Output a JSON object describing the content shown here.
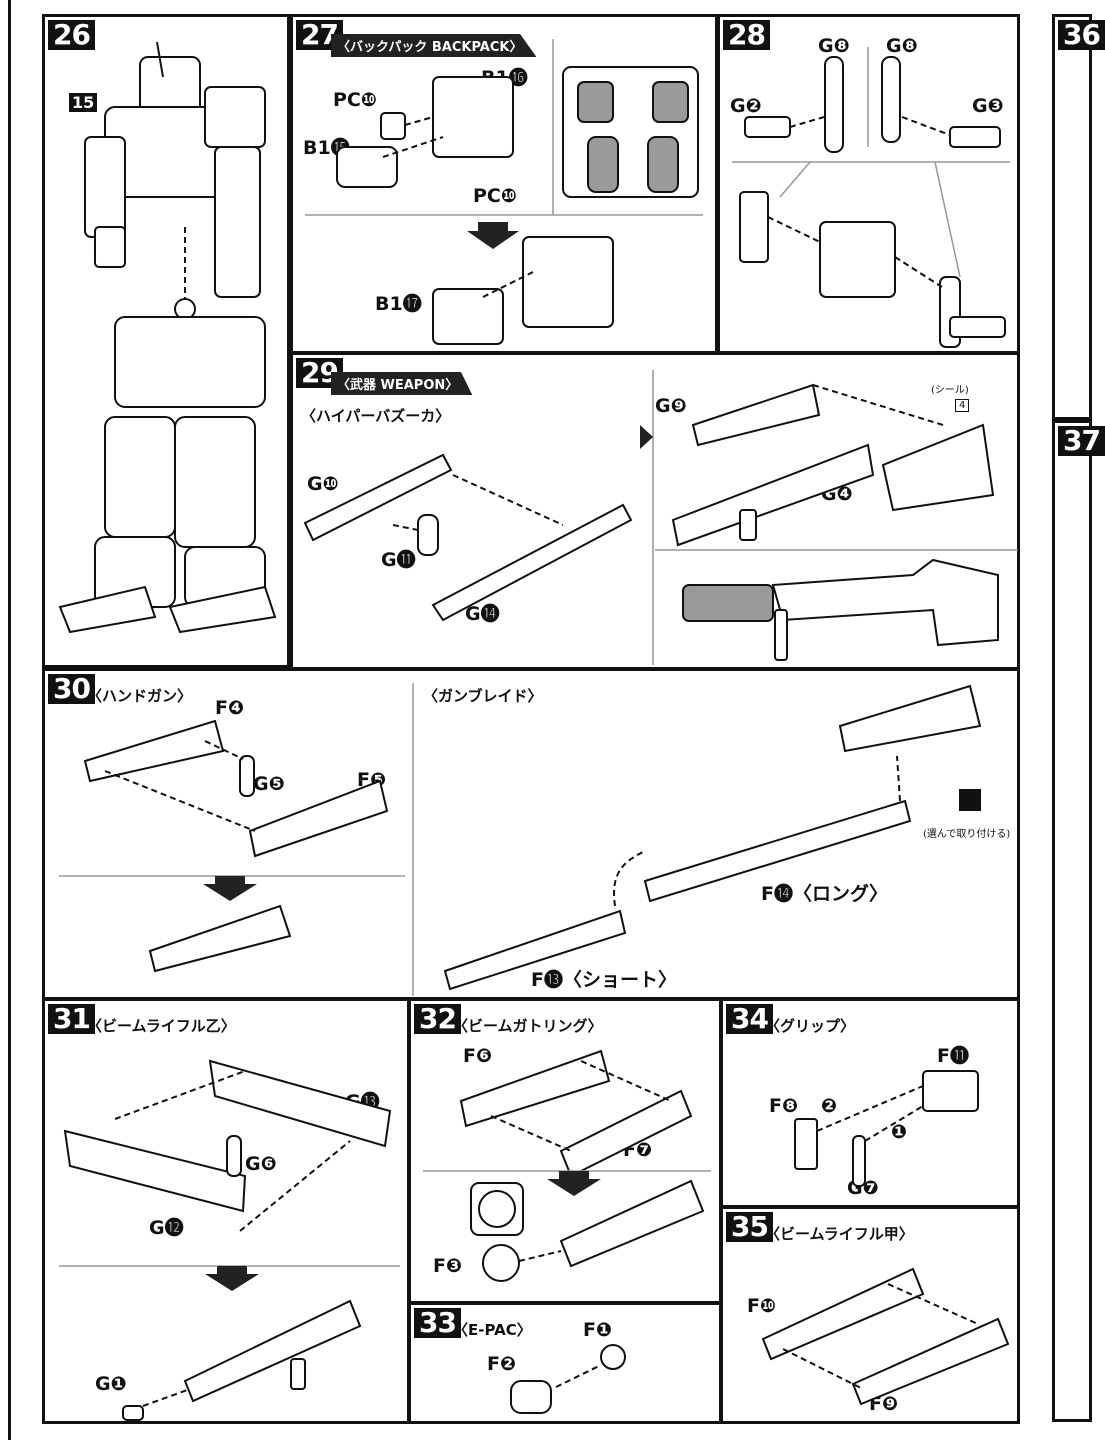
{
  "steps": {
    "s26": {
      "num": "26",
      "badge": "15"
    },
    "s27": {
      "num": "27",
      "title": "〈バックパック BACKPACK〉",
      "labels": {
        "pc10a": "PC❿",
        "b116": "B1⓰",
        "b115": "B1⓯",
        "pc10b": "PC❿",
        "b117": "B1⓱"
      }
    },
    "s28": {
      "num": "28",
      "labels": {
        "g8a": "G❽",
        "g8b": "G❽",
        "g2": "G❷",
        "g3": "G❸"
      }
    },
    "s29": {
      "num": "29",
      "title": "〈武器 WEAPON〉",
      "sub": "〈ハイパーバズーカ〉",
      "labels": {
        "g10": "G❿",
        "g11": "G⓫",
        "g14": "G⓮",
        "g9": "G❾",
        "g4": "G❹",
        "seal": "(シール)",
        "seal_num": "4"
      }
    },
    "s30": {
      "num": "30",
      "title": "〈ハンドガン〉",
      "sub": "〈ガンブレイド〉",
      "labels": {
        "f4": "F❹",
        "g5": "G❺",
        "f5": "F❺",
        "f14": "F⓮〈ロング〉",
        "f13": "F⓭〈ショート〉",
        "note": "(選んで取り付ける)"
      }
    },
    "s31": {
      "num": "31",
      "title": "〈ビームライフル乙〉",
      "labels": {
        "g13": "G⓭",
        "g6": "G❻",
        "g12": "G⓬",
        "g1": "G❶"
      }
    },
    "s32": {
      "num": "32",
      "title": "〈ビームガトリング〉",
      "labels": {
        "f6": "F❻",
        "f7": "F❼",
        "f3": "F❸"
      }
    },
    "s33": {
      "num": "33",
      "title": "〈E-PAC〉",
      "labels": {
        "f1": "F❶",
        "f2": "F❷"
      }
    },
    "s34": {
      "num": "34",
      "title": "〈グリップ〉",
      "labels": {
        "f11": "F⓫",
        "f8": "F❽",
        "g7": "G❼",
        "o2": "❷",
        "o1": "❶"
      }
    },
    "s35": {
      "num": "35",
      "title": "〈ビームライフル甲〉",
      "labels": {
        "f10": "F❿",
        "f9": "F❾"
      }
    },
    "s36": {
      "num": "36"
    },
    "s37": {
      "num": "37"
    }
  }
}
